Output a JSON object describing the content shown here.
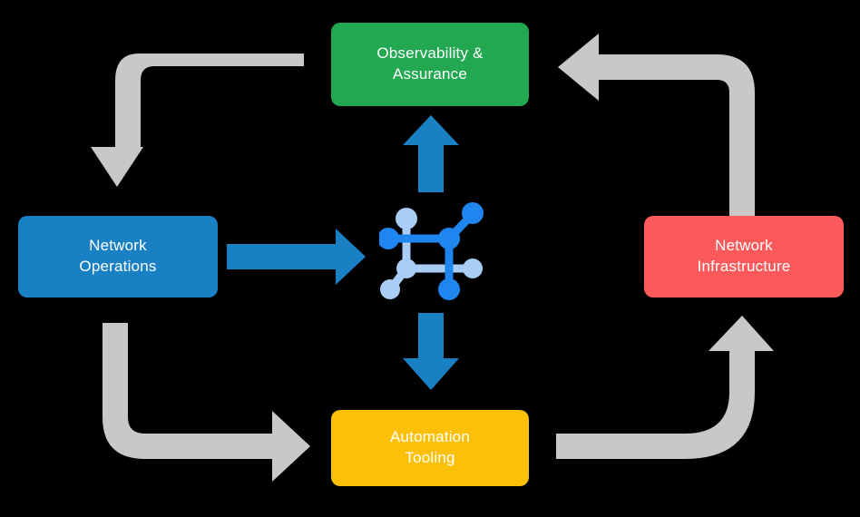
{
  "diagram": {
    "title": "Network automation lifecycle loop",
    "background_color": "#000000",
    "nodes": [
      {
        "id": "observability",
        "label": "Observability &\nAssurance",
        "color": "#22a851",
        "text_color": "#ffffff",
        "position": "top"
      },
      {
        "id": "network-operations",
        "label": "Network\nOperations",
        "color": "#1a80c4",
        "text_color": "#ffffff",
        "position": "left"
      },
      {
        "id": "network-infrastructure",
        "label": "Network\nInfrastructure",
        "color": "#fc5a5a",
        "text_color": "#ffffff",
        "position": "right"
      },
      {
        "id": "automation-tooling",
        "label": "Automation\nTooling",
        "color": "#fdc008",
        "text_color": "#ffffff",
        "position": "bottom"
      }
    ],
    "center_icon": {
      "name": "network-topology-icon",
      "primary_color": "#1f86f0",
      "secondary_color": "#a8cdf7"
    },
    "connectors": {
      "straight_color": "#1a80c4",
      "curved_color": "#c8c8c8",
      "straight": [
        {
          "id": "operations-to-center",
          "from": "network-operations",
          "to": "center",
          "direction": "right"
        },
        {
          "id": "center-to-observability",
          "from": "center",
          "to": "observability",
          "direction": "up"
        },
        {
          "id": "center-to-automation",
          "from": "center",
          "to": "automation-tooling",
          "direction": "down"
        }
      ],
      "curved": [
        {
          "id": "observability-to-operations",
          "from": "observability",
          "to": "network-operations",
          "direction": "down"
        },
        {
          "id": "operations-to-automation",
          "from": "network-operations",
          "to": "automation-tooling",
          "direction": "right"
        },
        {
          "id": "automation-to-infrastructure",
          "from": "automation-tooling",
          "to": "network-infrastructure",
          "direction": "up"
        },
        {
          "id": "infrastructure-to-observability",
          "from": "network-infrastructure",
          "to": "observability",
          "direction": "left"
        }
      ]
    }
  }
}
